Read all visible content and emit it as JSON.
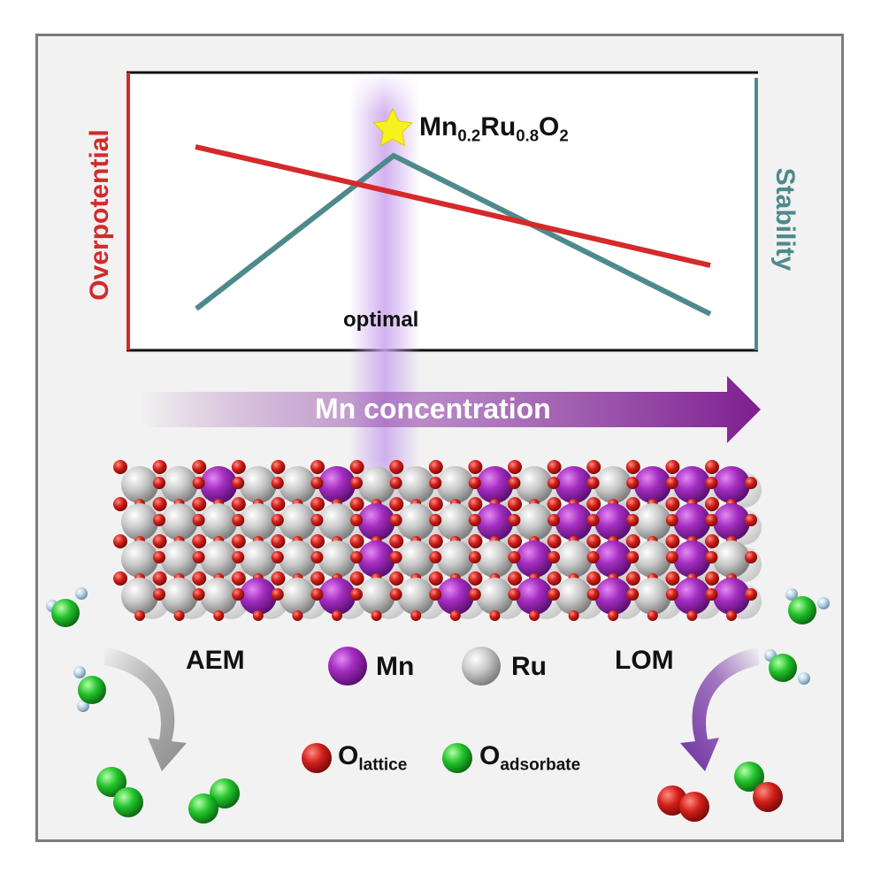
{
  "plot": {
    "left_axis_label": "Overpotential",
    "right_axis_label": "Stability",
    "compound_label": {
      "base": [
        "Mn",
        "Ru",
        "O"
      ],
      "subs": [
        "0.2",
        "0.8",
        "2"
      ]
    },
    "optimal_label": "optimal",
    "colors": {
      "overpotential": "#d42a2a",
      "stability": "#4e8a8c",
      "highlight": "#c9a3ec",
      "star": "#f7f21f"
    }
  },
  "arrow": {
    "label": "Mn concentration",
    "color": "#7e1e90"
  },
  "legend": {
    "mn": "Mn",
    "ru": "Ru",
    "o_lattice": {
      "base": "O",
      "sub": "lattice"
    },
    "o_adsorbate": {
      "base": "O",
      "sub": "adsorbate"
    },
    "colors": {
      "mn": "#9b27b8",
      "ru": "#c9c9c9",
      "o_lattice": "#d8221d",
      "o_adsorbate": "#27c02c"
    }
  },
  "mechanisms": {
    "left": "AEM",
    "right": "LOM"
  }
}
